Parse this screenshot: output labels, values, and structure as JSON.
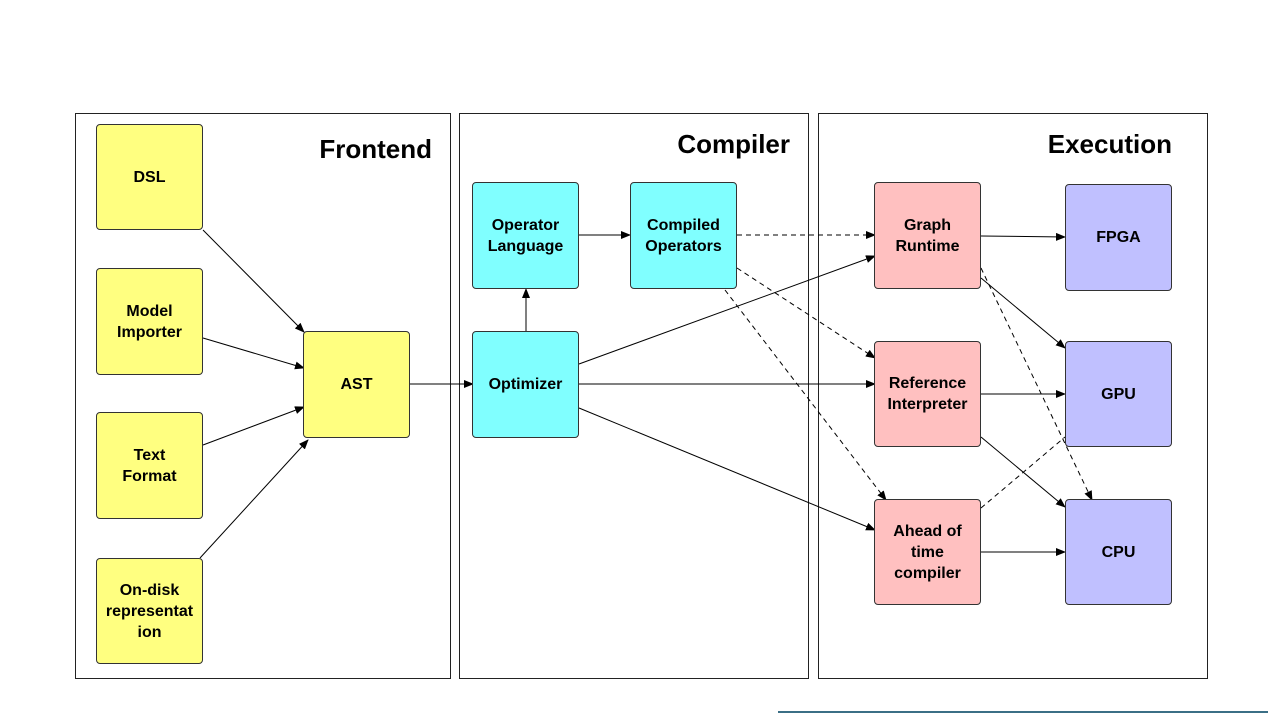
{
  "panels": {
    "frontend": {
      "title": "Frontend"
    },
    "compiler": {
      "title": "Compiler"
    },
    "execution": {
      "title": "Execution"
    }
  },
  "nodes": {
    "dsl": {
      "label": "DSL"
    },
    "model_importer": {
      "label": "Model\nImporter"
    },
    "text_format": {
      "label": "Text\nFormat"
    },
    "on_disk": {
      "label": "On-disk\nrepresentat\nion"
    },
    "ast": {
      "label": "AST"
    },
    "operator_language": {
      "label": "Operator\nLanguage"
    },
    "compiled_operators": {
      "label": "Compiled\nOperators"
    },
    "optimizer": {
      "label": "Optimizer"
    },
    "graph_runtime": {
      "label": "Graph\nRuntime"
    },
    "reference_interpreter": {
      "label": "Reference\nInterpreter"
    },
    "ahead_of_time": {
      "label": "Ahead of\ntime\ncompiler"
    },
    "fpga": {
      "label": "FPGA"
    },
    "gpu": {
      "label": "GPU"
    },
    "cpu": {
      "label": "CPU"
    }
  },
  "colors": {
    "frontend_fill": "#ffff80",
    "compiler_fill": "#80ffff",
    "runtime_fill": "#ffc0c0",
    "device_fill": "#c0c0ff"
  }
}
